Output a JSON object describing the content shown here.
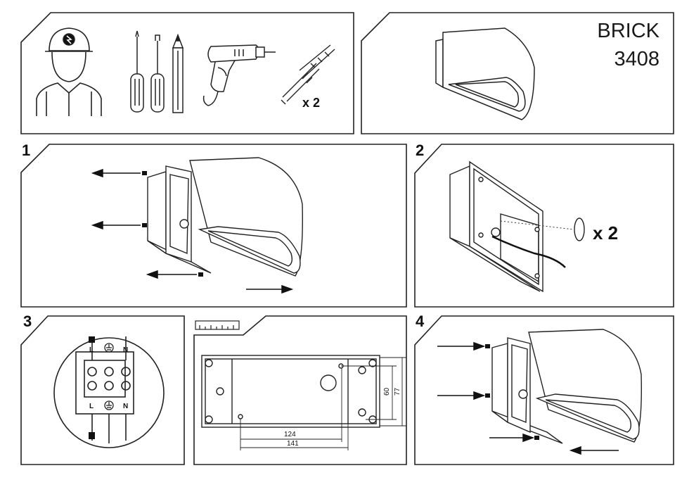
{
  "product": {
    "name": "BRICK",
    "code": "3408"
  },
  "tools": {
    "anchor_quantity": "x 2"
  },
  "steps": [
    {
      "number": "1"
    },
    {
      "number": "2",
      "quantity": "x 2"
    },
    {
      "number": "3",
      "terminals_top": [
        "L",
        "N"
      ],
      "terminals_bottom": [
        "L",
        "N"
      ]
    },
    {
      "number": "4"
    }
  ],
  "dimensions": {
    "width_inner": "124",
    "width_outer": "141",
    "height_inner": "60",
    "height_outer": "77"
  },
  "icons": [
    "electrician-icon",
    "screwdriver-icon",
    "pencil-icon",
    "drill-icon",
    "wall-plug-icon",
    "earth-symbol-icon",
    "ruler-icon",
    "arrow-icon"
  ]
}
